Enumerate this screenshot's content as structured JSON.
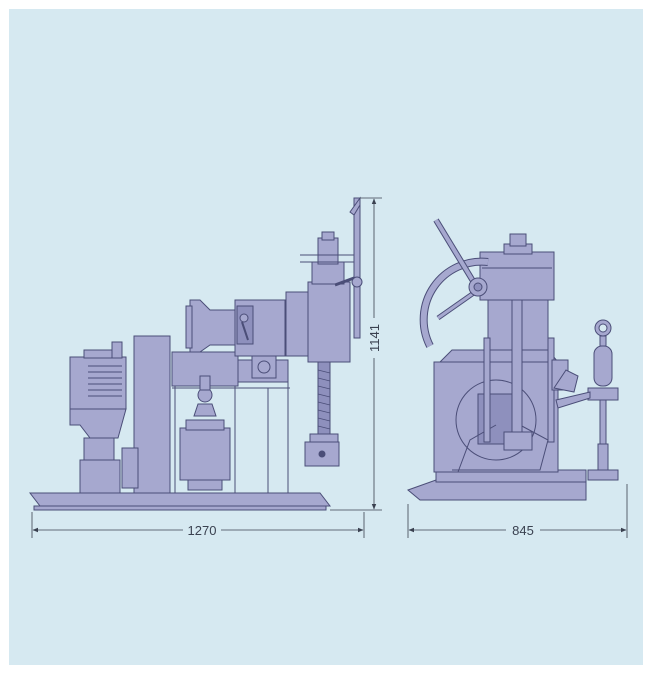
{
  "diagram": {
    "dimensions": {
      "side_width": "1270",
      "height": "1141",
      "front_width": "845"
    }
  },
  "colors": {
    "background": "#d6e9f1",
    "machine_fill": "#a6a8cf",
    "machine_dark": "#8e90bd",
    "outline": "#4b4e78",
    "dimension_line": "#3a4150"
  }
}
